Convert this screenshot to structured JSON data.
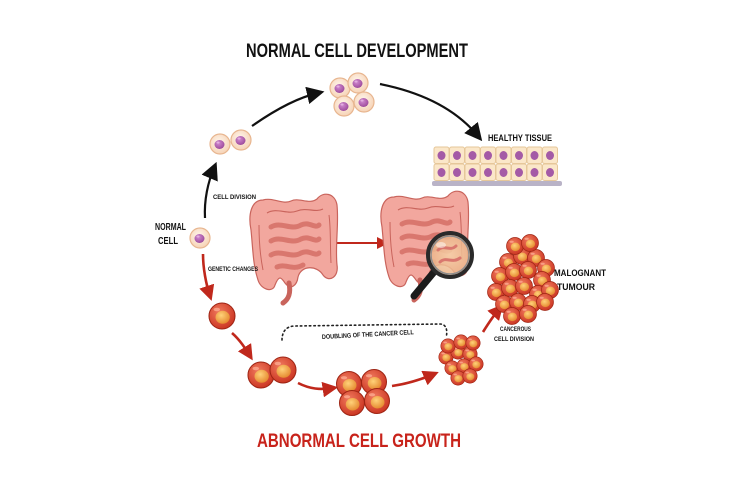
{
  "titles": {
    "top": "NORMAL CELL DEVELOPMENT",
    "bottom": "ABNORMAL CELL GROWTH"
  },
  "labels": {
    "normal_cell_line1": "NORMAL",
    "normal_cell_line2": "CELL",
    "cell_division": "CELL DIVISION",
    "genetic_changes": "GENETIC CHANGES",
    "healthy_tissue": "HEALTHY TISSUE",
    "malignant_line1": "MALOGNANT",
    "malignant_line2": "TUMOUR",
    "cancerous_line1": "CANCEROUS",
    "cancerous_line2": "CELL DIVISION",
    "doubling": "DOUBLING OF THE CANCER CELL"
  },
  "colors": {
    "normal_arrow": "#111111",
    "abnormal_arrow": "#c0281c",
    "abnormal_title": "#c8231b",
    "normal_cell_fill": "#fbe6d2",
    "normal_nucleus": "#b262b0",
    "cancer_cell_fill": "#e0503a",
    "cancer_nucleus": "#f2a13a",
    "intestine": "#eb8e86"
  },
  "icons": [
    "normal-cell-icon",
    "cancer-cell-icon",
    "intestine-icon",
    "magnifier-icon",
    "tissue-icon",
    "tumour-icon"
  ]
}
